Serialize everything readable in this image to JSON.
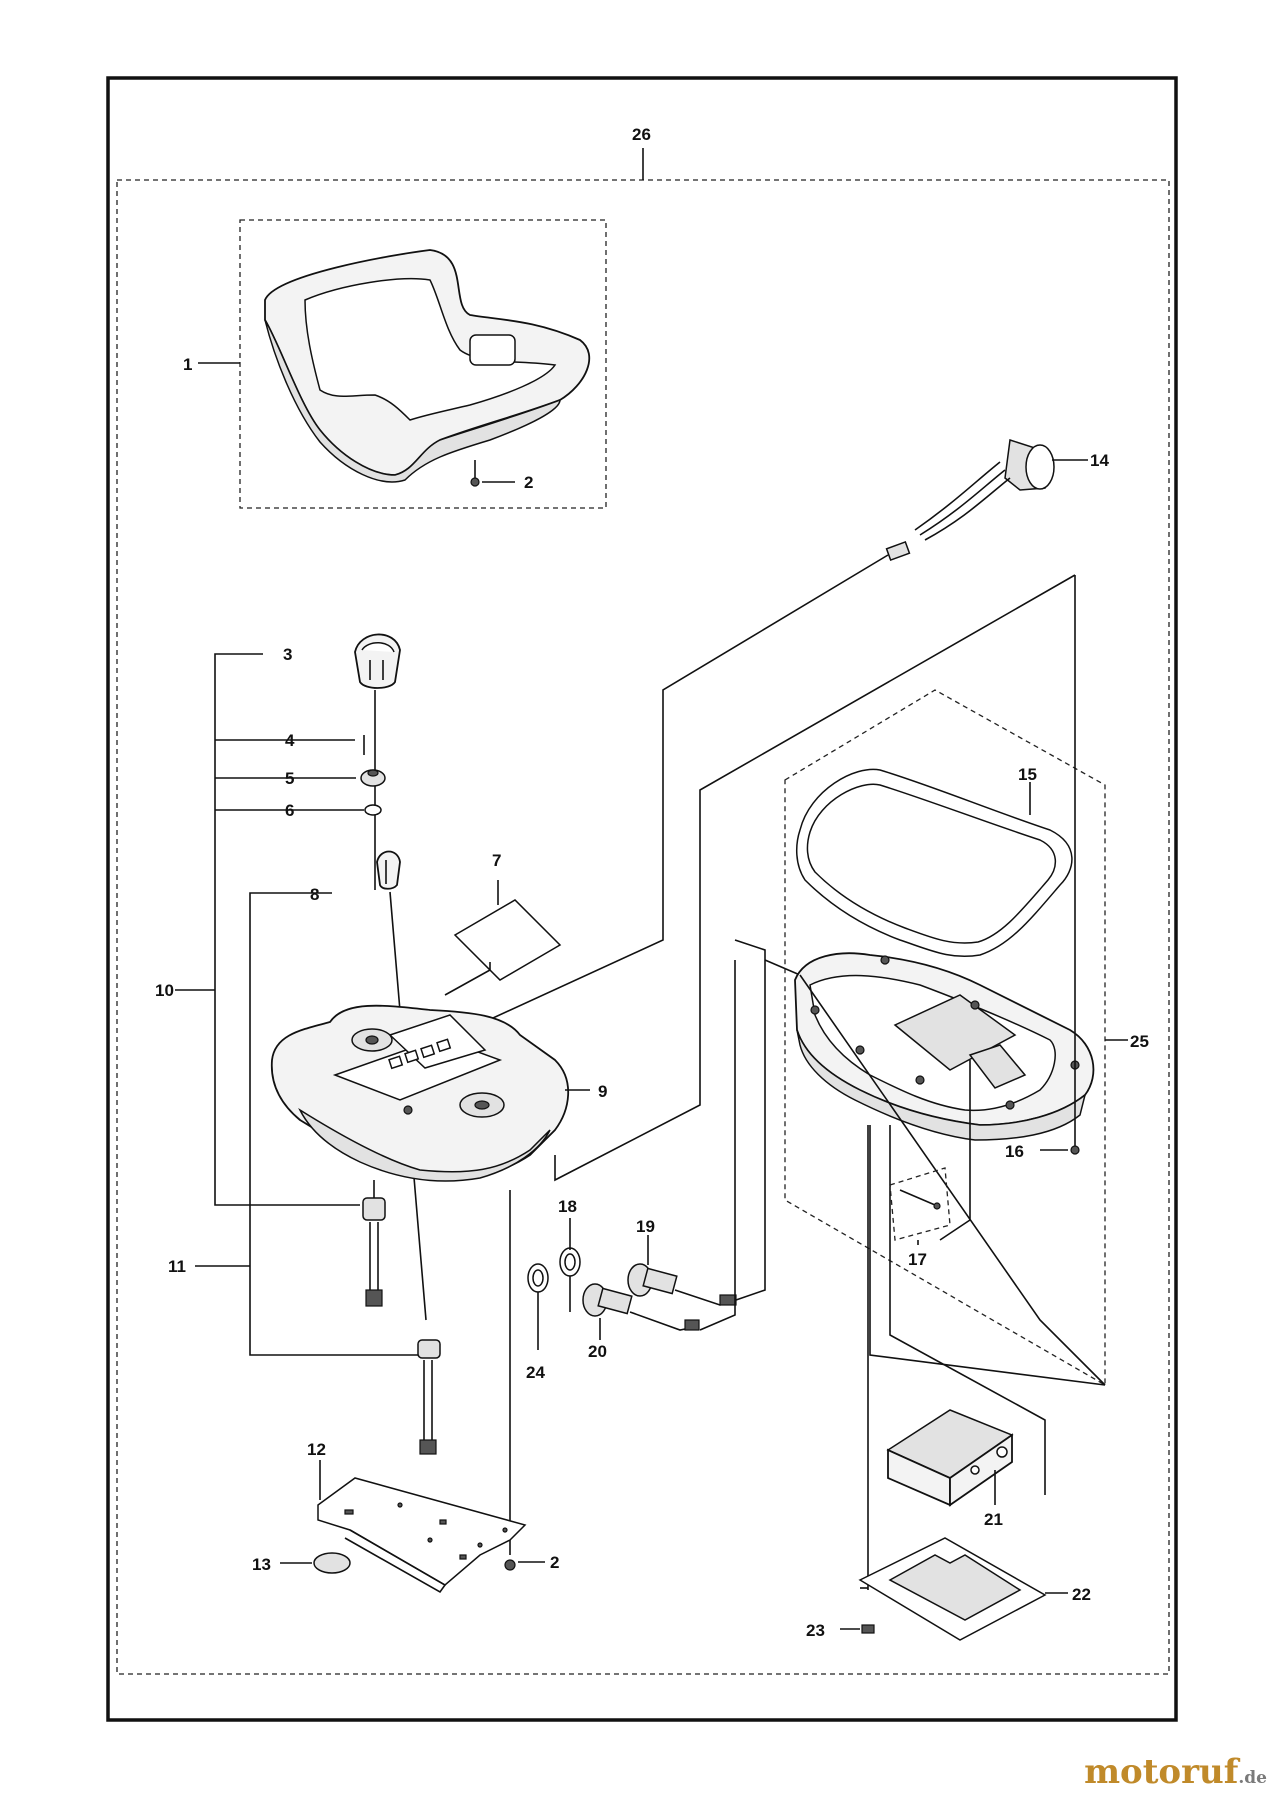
{
  "callouts": {
    "c1": "1",
    "c2a": "2",
    "c2b": "2",
    "c3": "3",
    "c4": "4",
    "c5": "5",
    "c6": "6",
    "c7": "7",
    "c8": "8",
    "c9": "9",
    "c10": "10",
    "c11": "11",
    "c12": "12",
    "c13": "13",
    "c14": "14",
    "c15": "15",
    "c16": "16",
    "c17": "17",
    "c18": "18",
    "c19": "19",
    "c20": "20",
    "c21": "21",
    "c22": "22",
    "c23": "23",
    "c24": "24",
    "c25": "25",
    "c26": "26"
  },
  "watermark": {
    "brand": "motoruf",
    "tld": ".de"
  }
}
